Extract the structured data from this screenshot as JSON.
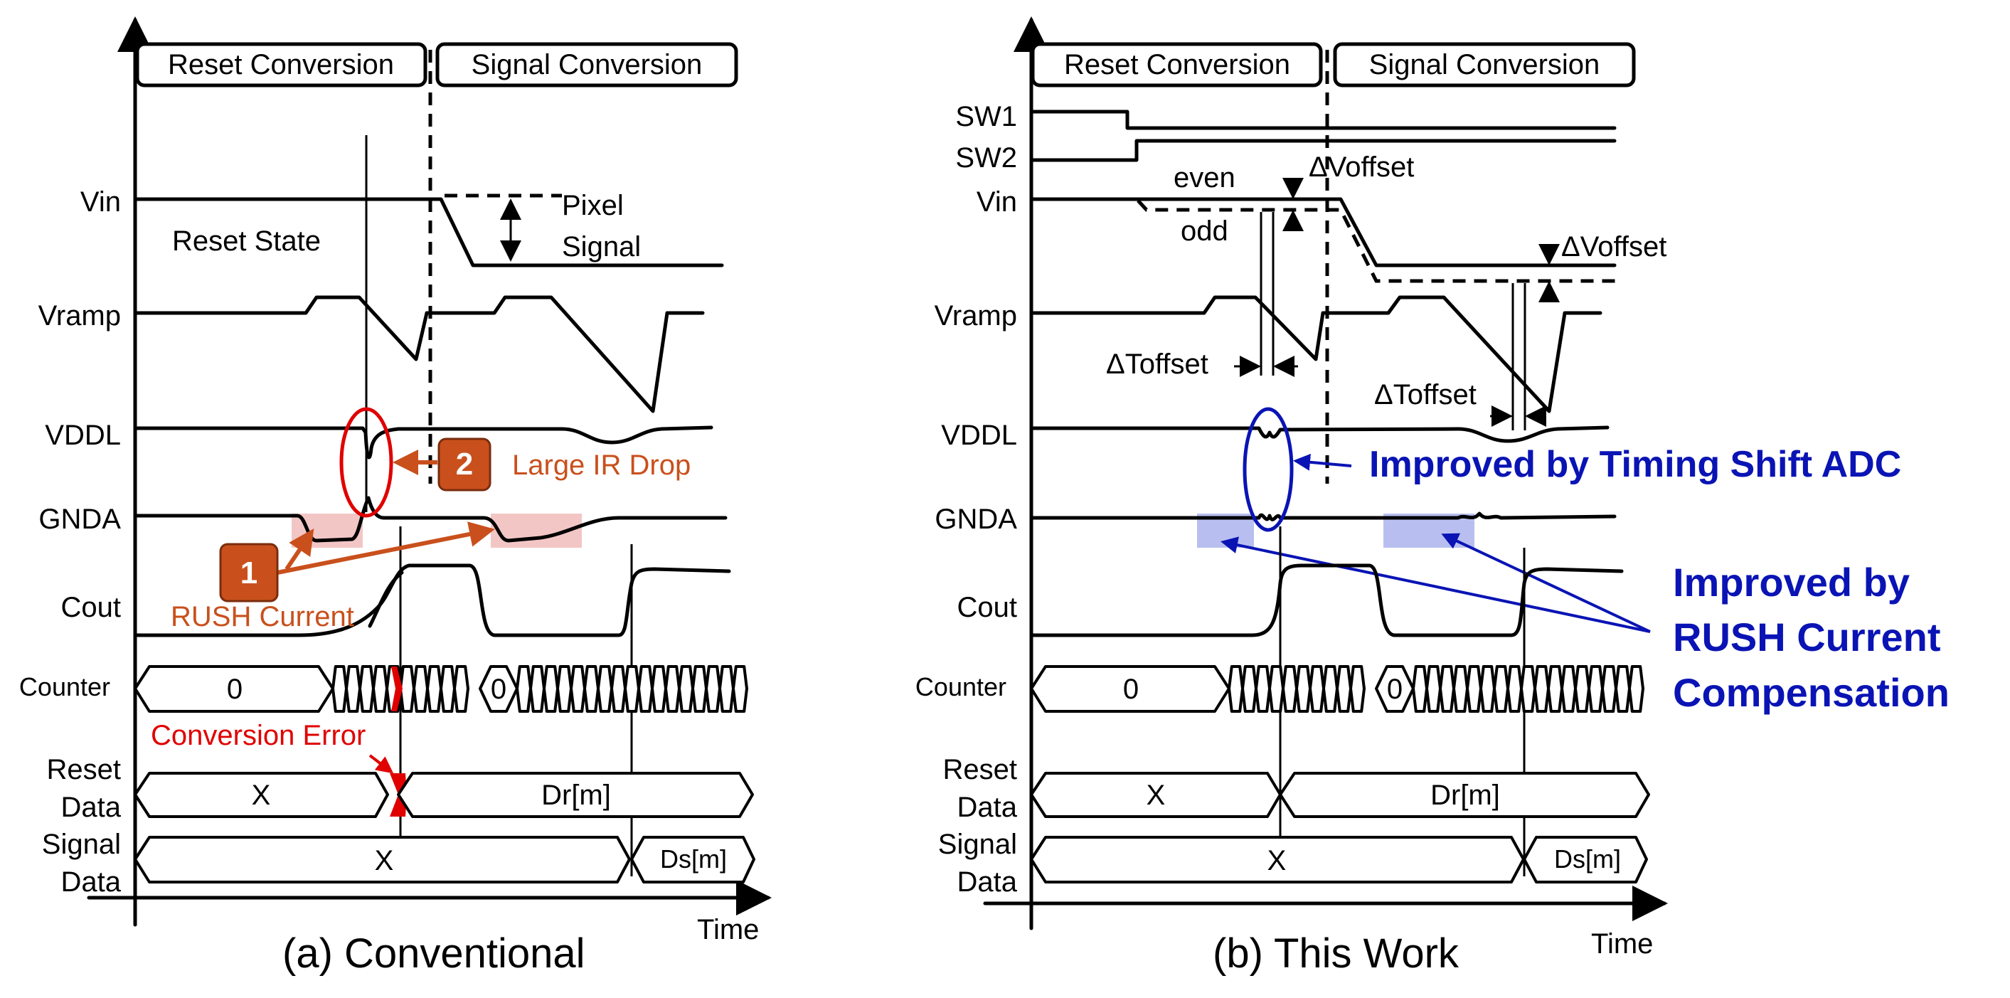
{
  "left": {
    "header_reset": "Reset Conversion",
    "header_signal": "Signal Conversion",
    "signals": [
      "Vin",
      "Vramp",
      "VDDL",
      "GNDA",
      "Cout",
      "Counter"
    ],
    "reset_data_label": [
      "Reset",
      "Data"
    ],
    "signal_data_label": [
      "Signal",
      "Data"
    ],
    "reset_state": "Reset State",
    "pixel_signal": [
      "Pixel",
      "Signal"
    ],
    "badge1": "1",
    "badge2": "2",
    "large_ir_drop": "Large IR Drop",
    "rush_current": "RUSH Current",
    "conversion_error": "Conversion Error",
    "counter_first": "0",
    "counter_second": "0",
    "reset_x": "X",
    "reset_dr": "Dr[m]",
    "signal_x": "X",
    "signal_ds": "Ds[m]",
    "time": "Time",
    "caption": "(a) Conventional"
  },
  "right": {
    "header_reset": "Reset Conversion",
    "header_signal": "Signal Conversion",
    "signals": [
      "SW1",
      "SW2",
      "Vin",
      "Vramp",
      "VDDL",
      "GNDA",
      "Cout",
      "Counter"
    ],
    "reset_data_label": [
      "Reset",
      "Data"
    ],
    "signal_data_label": [
      "Signal",
      "Data"
    ],
    "even": "even",
    "odd": "odd",
    "dvoffset_1": "ΔVoffset",
    "dvoffset_2": "ΔVoffset",
    "dtoffset_1": "ΔToffset",
    "dtoffset_2": "ΔToffset",
    "improved_timing": "Improved by Timing Shift ADC",
    "improved_rush": [
      "Improved by",
      "RUSH Current",
      "Compensation"
    ],
    "counter_first": "0",
    "counter_second": "0",
    "reset_x": "X",
    "reset_dr": "Dr[m]",
    "signal_x": "X",
    "signal_ds": "Ds[m]",
    "time": "Time",
    "caption": "(b) This Work"
  },
  "colors": {
    "orange": "#c9501c",
    "red": "#e00000",
    "blue": "#0a14b4",
    "pink_highlight": "#f3c6c6",
    "blue_highlight": "#b8bff0"
  }
}
